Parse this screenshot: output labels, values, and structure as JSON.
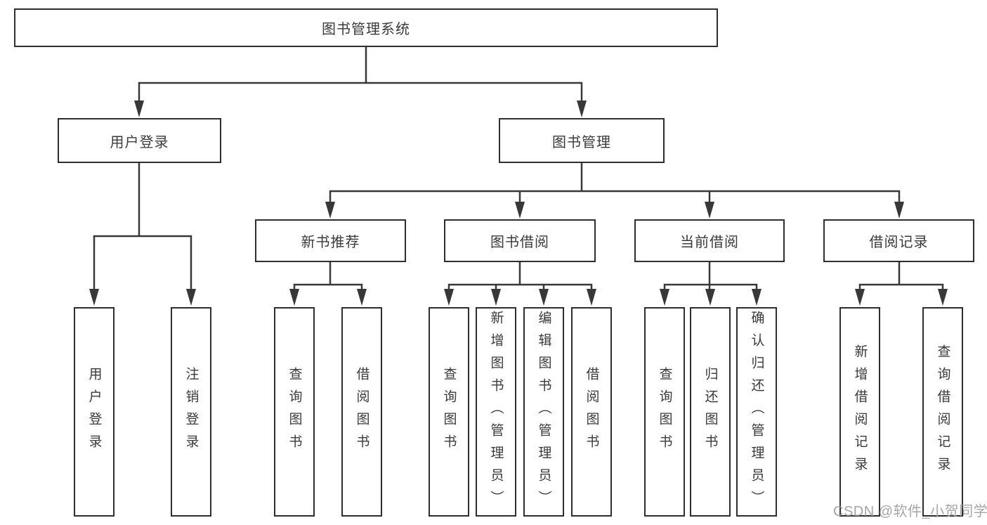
{
  "tree": {
    "root": {
      "label": "图书管理系统"
    },
    "branches": [
      {
        "label": "用户登录",
        "children": [
          {
            "label": "用户登录"
          },
          {
            "label": "注销登录"
          }
        ]
      },
      {
        "label": "图书管理",
        "children": [
          {
            "label": "新书推荐",
            "children": [
              {
                "label": "查询图书"
              },
              {
                "label": "借阅图书"
              }
            ]
          },
          {
            "label": "图书借阅",
            "children": [
              {
                "label": "查询图书"
              },
              {
                "label": "新增图书（管理员）"
              },
              {
                "label": "编辑图书（管理员）"
              },
              {
                "label": "借阅图书"
              }
            ]
          },
          {
            "label": "当前借阅",
            "children": [
              {
                "label": "查询图书"
              },
              {
                "label": "归还图书"
              },
              {
                "label": "确认归还（管理员）"
              }
            ]
          },
          {
            "label": "借阅记录",
            "children": [
              {
                "label": "新增借阅记录"
              },
              {
                "label": "查询借阅记录"
              }
            ]
          }
        ]
      }
    ]
  },
  "watermark": "CSDN @软件_小贺同学",
  "colors": {
    "line": "#383838",
    "box_border": "#2e2e2e",
    "text": "#3a3a3a",
    "watermark": "#9e9e9e",
    "background": "#ffffff"
  }
}
